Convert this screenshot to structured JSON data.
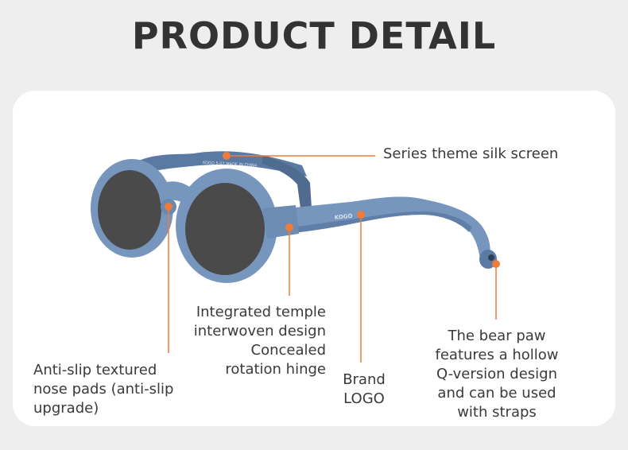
{
  "title": "PRODUCT DETAIL",
  "temple_print": "KOGO 5-07 MADE IN CHINA",
  "temple_logo": "KOGO",
  "colors": {
    "accent": "#ef7b3a",
    "frame": "#7796bd",
    "frame_dark": "#4f6b8f",
    "lens": "#4a4a4a",
    "card": "#ffffff",
    "background": "#eeeeee",
    "text": "#3a3a3a"
  },
  "callouts": {
    "series": [
      "Series theme silk screen"
    ],
    "temple": [
      "Integrated temple",
      "interwoven design",
      "Concealed",
      "rotation hinge"
    ],
    "nose": [
      "Anti-slip textured",
      "nose pads (anti-slip",
      "upgrade)"
    ],
    "brand": [
      "Brand",
      "LOGO"
    ],
    "paw": [
      "The bear paw",
      "features a hollow",
      "Q-version design",
      "and can be used",
      "with straps"
    ]
  }
}
